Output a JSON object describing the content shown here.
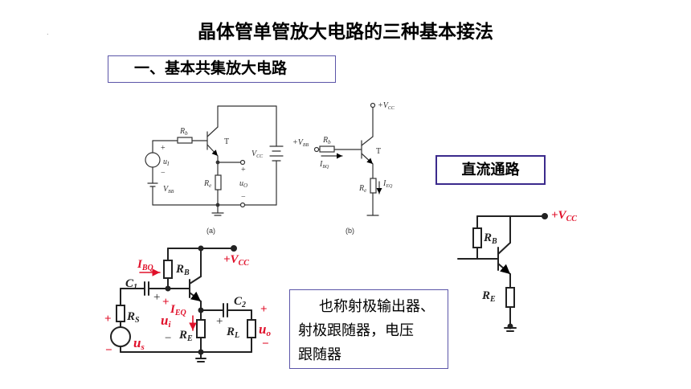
{
  "page_title": "晶体管单管放大电路的三种基本接法",
  "section_heading": "一、基本共集放大电路",
  "dc_path_label": "直流通路",
  "note": {
    "line1": "也称射极输出器、",
    "line2": "射极跟随器，电压",
    "line3": "跟随器"
  },
  "circuit_a": {
    "rb": "R",
    "rb_sub": "b",
    "re": "R",
    "re_sub": "e",
    "t": "T",
    "u1": "u",
    "u1_sub": "I",
    "vbb": "V",
    "vbb_sub": "BB",
    "vcc": "V",
    "vcc_sub": "CC",
    "uo": "u",
    "uo_sub": "O",
    "plus": "+",
    "minus": "−",
    "caption": "(a)"
  },
  "circuit_b": {
    "vcc": "+V",
    "vcc_sub": "CC",
    "vbb": "+V",
    "vbb_sub": "BB",
    "rb": "R",
    "rb_sub": "b",
    "t": "T",
    "ibq": "I",
    "ibq_sub": "BQ",
    "ieq": "I",
    "ieq_sub": "EQ",
    "re": "R",
    "re_sub": "e",
    "caption": "(b)"
  },
  "dc_circuit": {
    "vcc": "+V",
    "vcc_sub": "CC",
    "rb": "R",
    "rb_sub": "B",
    "re": "R",
    "re_sub": "E"
  },
  "ac_circuit": {
    "ibq": "I",
    "ibq_sub": "BQ",
    "rb": "R",
    "rb_sub": "B",
    "vcc": "+V",
    "vcc_sub": "CC",
    "c1": "C",
    "c1_sub": "1",
    "c2": "C",
    "c2_sub": "2",
    "rs": "R",
    "rs_sub": "S",
    "ieq": "I",
    "ieq_sub": "EQ",
    "ui": "u",
    "ui_sub": "i",
    "re": "R",
    "re_sub": "E",
    "rl": "R",
    "rl_sub": "L",
    "uo": "u",
    "uo_sub": "o",
    "us": "u",
    "us_sub": "s",
    "plus": "+",
    "minus": "−"
  },
  "colors": {
    "accent_red": "#e0102a",
    "box_border": "#5b55a8",
    "dc_box_border": "#3b2a8c"
  }
}
